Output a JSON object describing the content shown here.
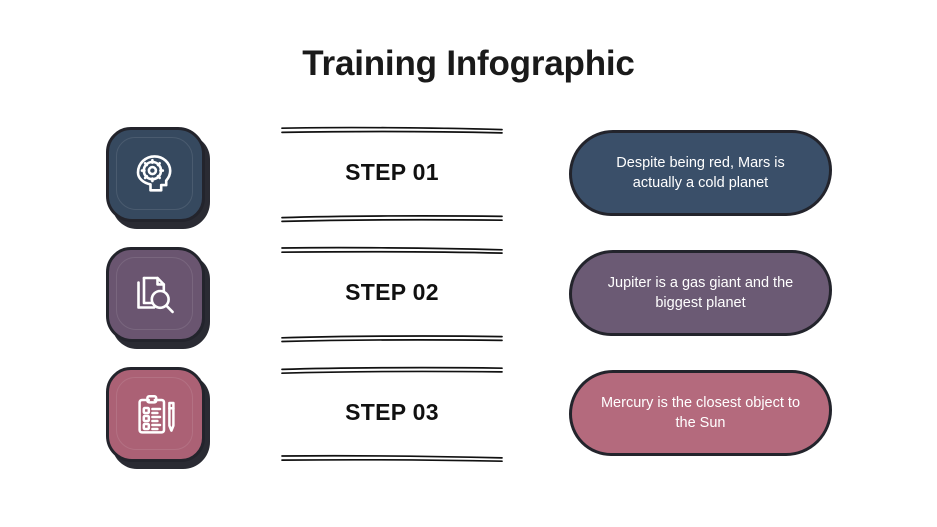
{
  "title": "Training Infographic",
  "rows": [
    {
      "icon_name": "head-gear-icon",
      "step_label": "STEP 01",
      "message": "Despite being red, Mars is actually a cold planet",
      "tile_color": "#36495f",
      "bubble_color": "#3a4f69"
    },
    {
      "icon_name": "document-search-icon",
      "step_label": "STEP 02",
      "message": "Jupiter is a gas giant and the biggest planet",
      "tile_color": "#6a5570",
      "bubble_color": "#6b5a74"
    },
    {
      "icon_name": "clipboard-pen-icon",
      "step_label": "STEP 03",
      "message": "Mercury is the closest object to the Sun",
      "tile_color": "#ab6175",
      "bubble_color": "#b46a7d"
    }
  ],
  "colors": {
    "outline": "#23242c",
    "shadow": "#2a2b33",
    "background": "#ffffff",
    "title_text": "#1a1a1a",
    "step_text": "#111111",
    "bubble_text": "#ffffff"
  }
}
